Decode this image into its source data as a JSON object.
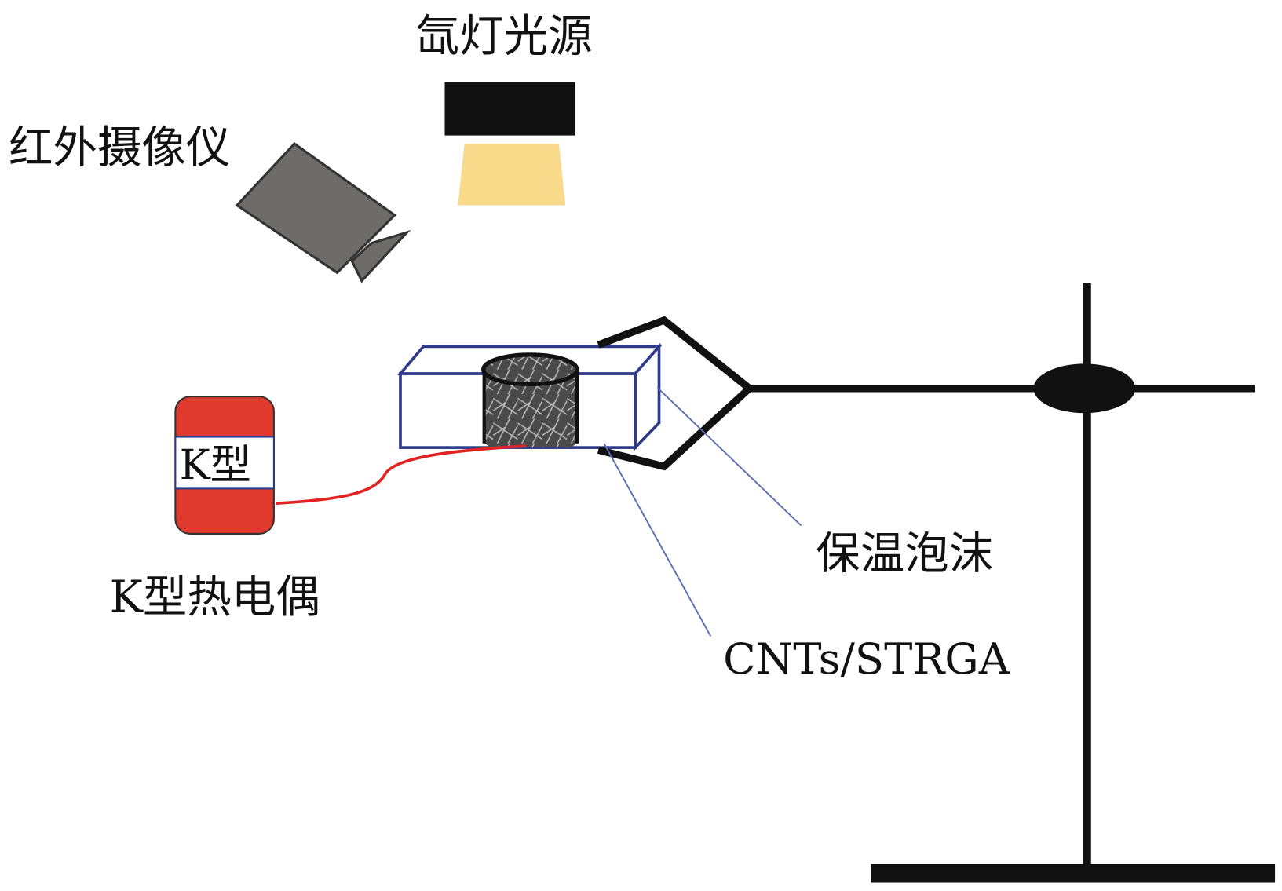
{
  "labels": {
    "light_source": "氙灯光源",
    "ir_camera": "红外摄像仪",
    "thermocouple_tag": "K型",
    "thermocouple": "K型热电偶",
    "insulation_foam": "保温泡沫",
    "sample": "CNTs/STRGA"
  },
  "colors": {
    "lamp_body": "#111111",
    "lamp_light": "#f9d98a",
    "camera": "#6e6b6b",
    "foam_outline": "#2f3b88",
    "leader_line": "#5a6db0",
    "thermocouple": "#e03a2f",
    "wire": "#e32222",
    "stand": "#111111"
  }
}
